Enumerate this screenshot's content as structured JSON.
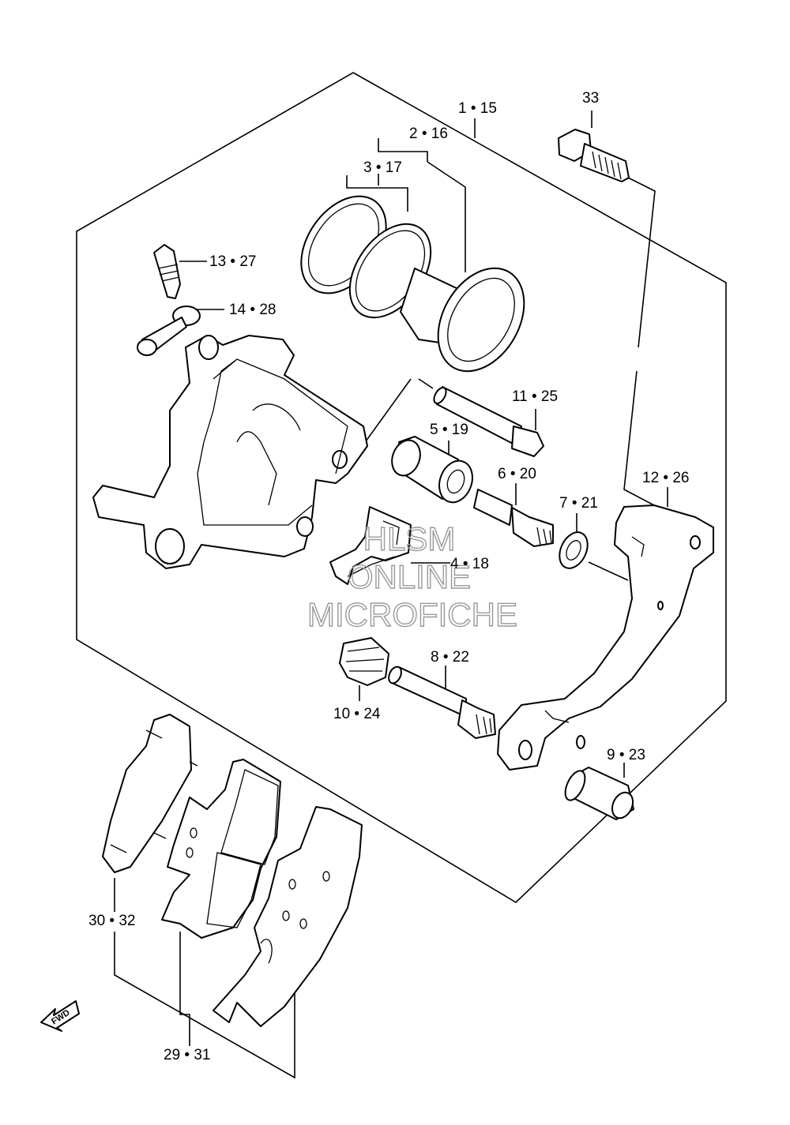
{
  "labels": {
    "l1_15": "1 • 15",
    "l2_16": "2 • 16",
    "l3_17": "3 • 17",
    "l33": "33",
    "l13_27": "13 • 27",
    "l14_28": "14 • 28",
    "l11_25": "11 • 25",
    "l5_19": "5 • 19",
    "l6_20": "6 • 20",
    "l7_21": "7 • 21",
    "l12_26": "12 • 26",
    "l4_18": "4 • 18",
    "l8_22": "8 • 22",
    "l10_24": "10 • 24",
    "l9_23": "9 • 23",
    "l30_32": "30 • 32",
    "l29_31": "29 • 31"
  },
  "watermark": {
    "line1": "HLSM",
    "line2": "ONLINE",
    "line3": "MICROFICHE"
  },
  "direction_arrow": "FWD"
}
